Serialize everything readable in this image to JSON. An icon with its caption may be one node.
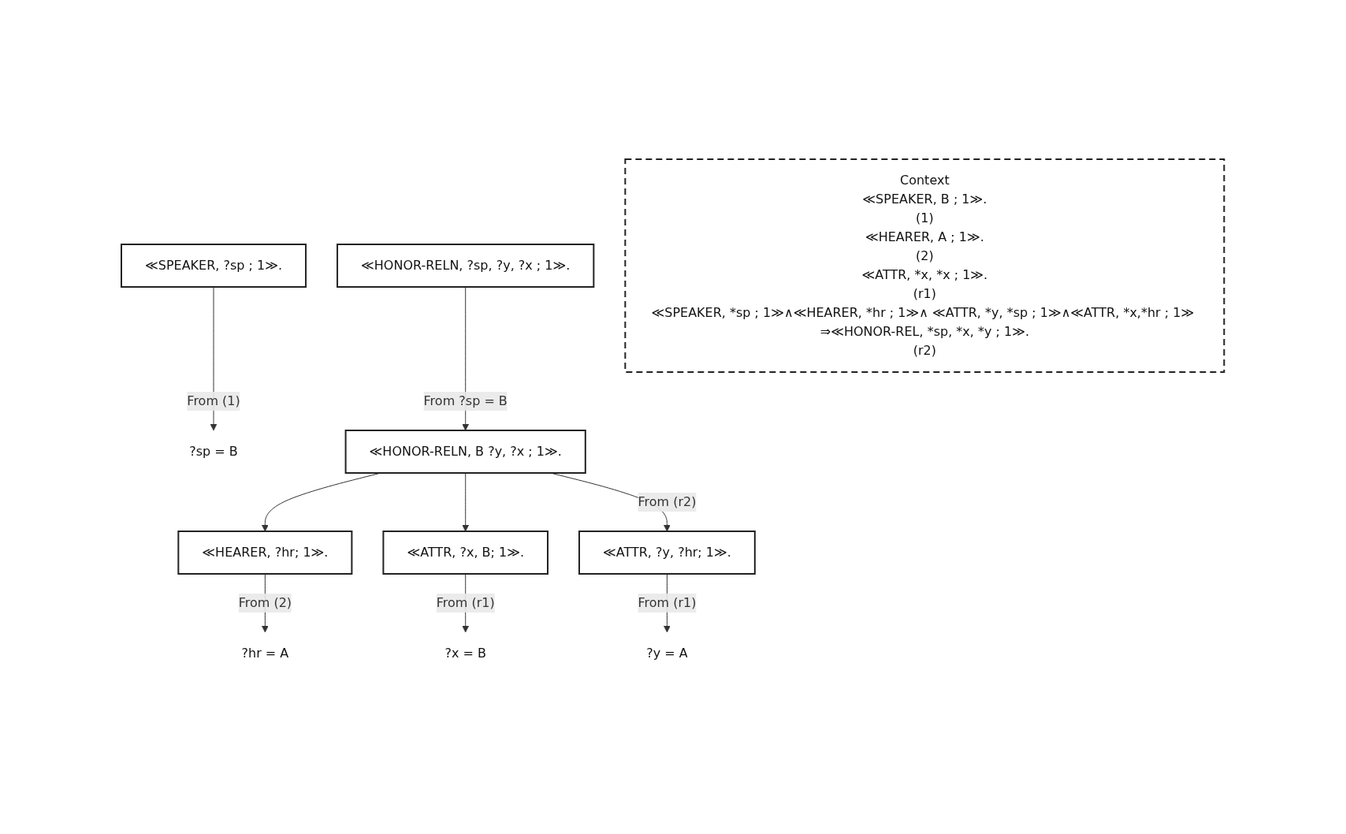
{
  "diagram": {
    "nodes": [
      {
        "text": [
          "≪SPEAKER, ?sp ; 1≫."
        ]
      },
      {
        "text": [
          "?sp = B"
        ]
      },
      {
        "text": [
          "≪HONOR-RELN, ?sp, ?y, ?x ; 1≫."
        ]
      },
      {
        "text": [
          "≪HONOR-RELN, B ?y, ?x ; 1≫."
        ]
      },
      {
        "text": [
          "≪HEARER, ?hr; 1≫."
        ]
      },
      {
        "text": [
          "≪ATTR, ?x, B; 1≫."
        ]
      },
      {
        "text": [
          "≪ATTR, ?y, ?hr; 1≫."
        ]
      },
      {
        "text": [
          "?hr = A"
        ]
      },
      {
        "text": [
          "?x = B"
        ]
      },
      {
        "text": [
          "?y = A"
        ]
      },
      {
        "text": [
          "Context",
          "≪SPEAKER, B ; 1≫.",
          "(1)",
          "≪HEARER, A ; 1≫.",
          "(2)",
          "≪ATTR, *x, *x ; 1≫.",
          "(r1)",
          "≪SPEAKER, *sp ; 1≫∧≪HEARER, *hr ; 1≫∧ ≪ATTR, *y, *sp ; 1≫∧≪ATTR, *x,*hr ; 1≫ ⇒≪HONOR-REL, *sp, *x, *y ; 1≫.",
          "(r2)"
        ]
      }
    ],
    "edges": [
      {
        "from": 0,
        "to": 1,
        "arrow": "to",
        "label": "From (1)"
      },
      {
        "from": 2,
        "to": 3,
        "arrow": "to",
        "label": "From ?sp = B"
      },
      {
        "from": 3,
        "to": 4,
        "arrow": "to"
      },
      {
        "from": 3,
        "to": 5,
        "arrow": "to"
      },
      {
        "from": 3,
        "to": 6,
        "arrow": "to",
        "label": "From (r2)"
      },
      {
        "from": 4,
        "to": 7,
        "arrow": "to",
        "label": "From (2)"
      },
      {
        "from": 5,
        "to": 8,
        "arrow": "to",
        "label": "From (r1)"
      },
      {
        "from": 6,
        "to": 9,
        "arrow": "to",
        "label": "From (r1)"
      }
    ]
  }
}
